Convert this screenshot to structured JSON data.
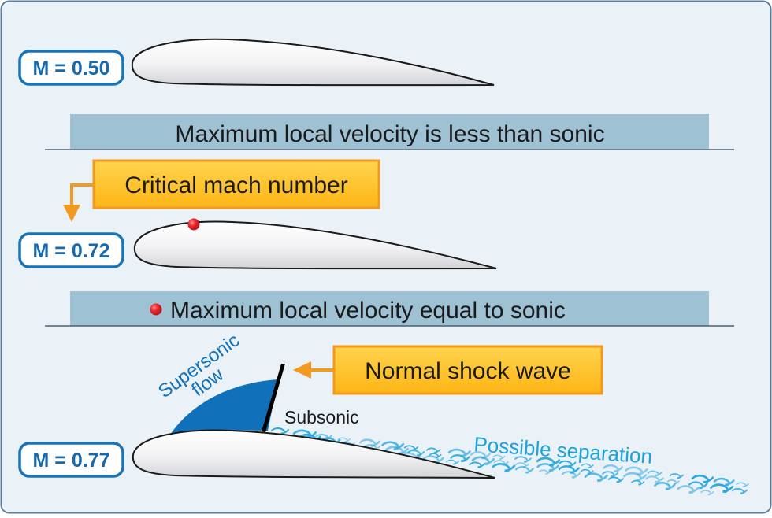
{
  "colors": {
    "background": "#EAF1F7",
    "frame": "#5F7F99",
    "banner_fill": "#9EC1D3",
    "mach_badge_stroke": "#1874BA",
    "mach_badge_text": "#1768AC",
    "callout_fill": "#FFC532",
    "callout_stroke": "#F29A1F",
    "arrow": "#F29A1F",
    "sonic_dot": "#E01E26",
    "supersonic_region": "#1170BA",
    "separation_swirl": "#2DA8E0",
    "shock_wave": "#000000",
    "airfoil_fill": "#F1F1F3"
  },
  "diagram": {
    "case1": {
      "mach_label": "M = 0.50",
      "banner_text": "Maximum local velocity is less than sonic"
    },
    "case2": {
      "callout_text": "Critical mach number",
      "mach_label": "M = 0.72",
      "banner_text": "Maximum local velocity equal to sonic",
      "dot_icon": "red-dot-icon"
    },
    "case3": {
      "mach_label": "M = 0.77",
      "supersonic_line1": "Supersonic",
      "supersonic_line2": "flow",
      "subsonic_label": "Subsonic",
      "callout_text": "Normal shock wave",
      "separation_label": "Possible separation"
    }
  }
}
